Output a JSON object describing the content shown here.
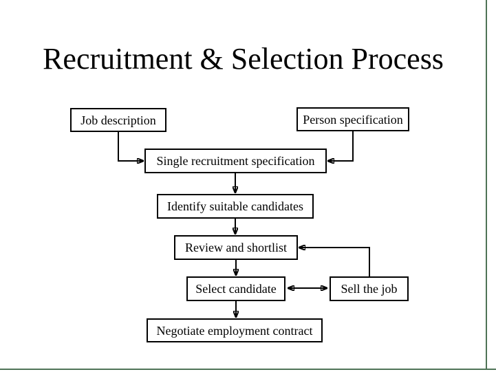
{
  "slide": {
    "title": "Recruitment & Selection Process",
    "background_color": "#ffffff",
    "frame_color": "#4e7356",
    "line_color": "#000000"
  },
  "diagram": {
    "type": "flowchart",
    "nodes": [
      {
        "id": "job-description",
        "label": "Job description"
      },
      {
        "id": "person-specification",
        "label": "Person specification"
      },
      {
        "id": "single-recruitment-specification",
        "label": "Single recruitment specification"
      },
      {
        "id": "identify-suitable-candidates",
        "label": "Identify suitable candidates"
      },
      {
        "id": "review-and-shortlist",
        "label": "Review and shortlist"
      },
      {
        "id": "select-candidate",
        "label": "Select candidate"
      },
      {
        "id": "sell-the-job",
        "label": "Sell the job"
      },
      {
        "id": "negotiate-employment-contract",
        "label": "Negotiate employment contract"
      }
    ],
    "connectors": [
      {
        "from": "job-description",
        "to": "single-recruitment-specification",
        "style": "arrow"
      },
      {
        "from": "person-specification",
        "to": "single-recruitment-specification",
        "style": "arrow"
      },
      {
        "from": "single-recruitment-specification",
        "to": "identify-suitable-candidates",
        "style": "arrow"
      },
      {
        "from": "identify-suitable-candidates",
        "to": "review-and-shortlist",
        "style": "arrow"
      },
      {
        "from": "review-and-shortlist",
        "to": "select-candidate",
        "style": "arrow"
      },
      {
        "from": "select-candidate",
        "to": "sell-the-job",
        "style": "double-arrow"
      },
      {
        "from": "sell-the-job",
        "to": "review-and-shortlist",
        "style": "arrow"
      },
      {
        "from": "select-candidate",
        "to": "negotiate-employment-contract",
        "style": "arrow"
      }
    ]
  }
}
